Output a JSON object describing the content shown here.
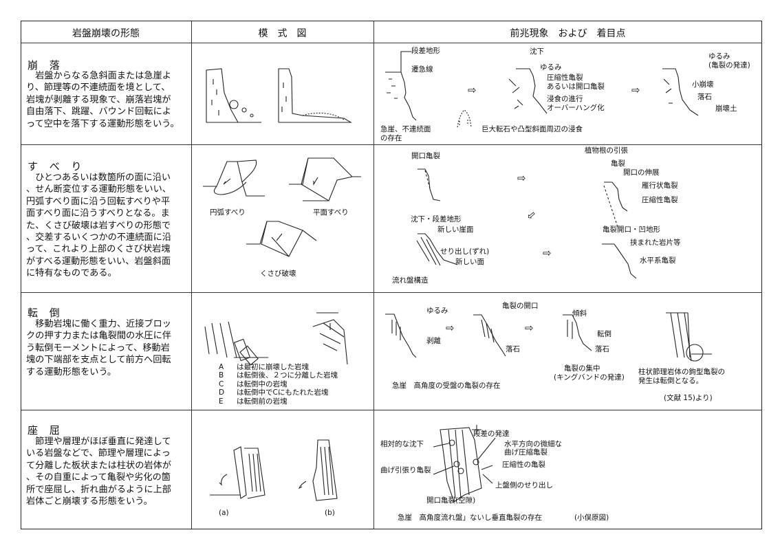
{
  "header": {
    "col1": "岩盤崩壊の形態",
    "col2": "模　式　図",
    "col3": "前兆現象　および　着目点"
  },
  "rows": [
    {
      "title": "崩 落",
      "lines": [
        "　岩盤からなる急斜面または急崖よ",
        "り、節理等の不連続面を境として、",
        "岩塊が剥離する現象で、崩落岩塊が",
        "自由落下、跳躍、バウンド回転によ",
        "って空中を落下する運動形態をいう。"
      ],
      "labels": [
        "段差地形",
        "遷急線",
        "急崖、不連続面",
        "の存在",
        "巨大転石や凸型斜面周辺の浸食",
        "沈下",
        "ゆるみ",
        "圧縮性亀裂",
        "あるいは開口亀裂",
        "浸食の進行",
        "オーバーハング化",
        "ゆるみ",
        "(亀裂の発達)",
        "小崩壊",
        "落石",
        "崩壊土"
      ]
    },
    {
      "title": "す べ り",
      "lines": [
        "　ひとつあるいは数箇所の面に沿い",
        "、せん断変位する運動形態をいい、",
        "円弧すべり面に沿う回転すべりや平",
        "面すべり面に沿うすべりとなる。ま",
        "た、くさび破壊は岩すべりの形態で",
        "、交差するいくつかの不連続面に沿",
        "って、これより上部のくさび状岩塊",
        "がすべる運動形態をいい、岩盤斜面",
        "に特有なものである。"
      ],
      "diagram_labels": [
        "円弧すべり",
        "平面すべり",
        "くさび破壊"
      ],
      "labels": [
        "開口亀裂",
        "植物根の引張",
        "亀裂",
        "開口の伸展",
        "雁行状亀裂",
        "圧縮性亀裂",
        "沈下・段差地形",
        "新しい崖面",
        "せり出し(ずれ)",
        "新しい面",
        "流れ盤構造",
        "亀裂開口・凹地形",
        "挟まれた岩片等",
        "水平系亀裂"
      ]
    },
    {
      "title": "転 倒",
      "lines": [
        "　移動岩塊に働く重力、近接ブロッ",
        "クの押す力または亀裂間の水圧に伴",
        "う転倒モーメントによって、移動岩",
        "塊の下端部を支点として前方へ回転",
        "する運動形態をいう。"
      ],
      "legend": [
        {
          "key": "A",
          "text": "は最初に崩壊した岩塊"
        },
        {
          "key": "B",
          "text": "は転倒後、２つに分離した岩塊"
        },
        {
          "key": "C",
          "text": "は転倒中の岩塊"
        },
        {
          "key": "D",
          "text": "は転倒中でCにもたれた岩塊"
        },
        {
          "key": "E",
          "text": "は転倒前の岩塊"
        }
      ],
      "labels": [
        "ゆるみ",
        "剥離",
        "亀裂の開口",
        "落石",
        "傾斜",
        "転倒",
        "落石",
        "亀裂の集中",
        "(キングバンドの発達)",
        "急崖　高角度の受盤の亀裂の存在",
        "柱状節理岩体の鉤型亀裂の",
        "発生は転倒となる。",
        "(文献 15)より)"
      ]
    },
    {
      "title": "座 屈",
      "lines": [
        "　節理や層理がほぼ垂直に発達して",
        "いる岩盤などで、節理や層理によっ",
        "て分離した板状または柱状の岩体が",
        "、その自重によって亀裂や劣化の箇",
        "所で座屈し、折れ曲がるように上部",
        "岩体ごと崩壊する形態をいう。"
      ],
      "diagram_labels": [
        "(a)",
        "(b)"
      ],
      "labels": [
        "段差の発達",
        "相対的な沈下",
        "水平方向の微細な",
        "曲げ圧縮亀裂",
        "曲げ引張り亀裂",
        "圧縮性の亀裂",
        "上盤側のせり出し",
        "開口亀裂(空隙)",
        "急崖　高角度流れ盤」ないし垂直亀裂の存在",
        "(小俣原図)"
      ]
    }
  ],
  "arrow": "⇨",
  "arrow_back": "⇦"
}
